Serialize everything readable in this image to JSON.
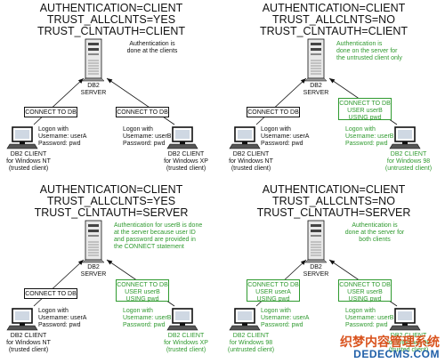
{
  "panels": [
    {
      "header": [
        "AUTHENTICATION=CLIENT",
        "TRUST_ALLCLNTS=YES",
        "TRUST_CLNTAUTH=CLIENT"
      ],
      "note": [
        "Authentication is",
        "done at the clients"
      ],
      "note_green": false,
      "server": [
        "DB2",
        "SERVER"
      ],
      "connect_left": [
        "CONNECT TO DB"
      ],
      "connect_left_green": false,
      "connect_right": [
        "CONNECT TO DB"
      ],
      "connect_right_green": false,
      "logon_left": [
        "Logon with",
        "Username: userA",
        "Password: pwd"
      ],
      "logon_left_green": false,
      "logon_right": [
        "Logon with",
        "Username: userB",
        "Password: pwd"
      ],
      "logon_right_green": false,
      "client_left": [
        "DB2 CLIENT",
        "for Windows NT",
        "(trusted client)"
      ],
      "client_left_green": false,
      "client_right": [
        "DB2 CLIENT",
        "for Windows XP",
        "(trusted client)"
      ],
      "client_right_green": false
    },
    {
      "header": [
        "AUTHENTICATION=CLIENT",
        "TRUST_ALLCLNTS=NO",
        "TRUST_CLNTAUTH=CLIENT"
      ],
      "note": [
        "Authentication is",
        "done on the server for",
        "the untrusted client only"
      ],
      "note_green": true,
      "server": [
        "DB2",
        "SERVER"
      ],
      "connect_left": [
        "CONNECT TO DB"
      ],
      "connect_left_green": false,
      "connect_right": [
        "CONNECT TO DB",
        "USER userB",
        "USING pwd"
      ],
      "connect_right_green": true,
      "logon_left": [
        "Logon with",
        "Username: userA",
        "Password: pwd"
      ],
      "logon_left_green": false,
      "logon_right": [
        "Logon with",
        "Username: userB",
        "Password: pwd"
      ],
      "logon_right_green": true,
      "client_left": [
        "DB2 CLIENT",
        "for Windows NT",
        "(trusted client)"
      ],
      "client_left_green": false,
      "client_right": [
        "DB2 CLIENT",
        "for Windows 98",
        "(untrusted client)"
      ],
      "client_right_green": true
    },
    {
      "header": [
        "AUTHENTICATION=CLIENT",
        "TRUST_ALLCLNTS=YES",
        "TRUST_CLNTAUTH=SERVER"
      ],
      "note": [
        "Authentication for userB is done",
        "at the server because user ID",
        "and password are provided in",
        "the CONNECT statement"
      ],
      "note_green": true,
      "server": [
        "DB2",
        "SERVER"
      ],
      "connect_left": [
        "CONNECT TO DB"
      ],
      "connect_left_green": false,
      "connect_right": [
        "CONNECT TO DB",
        "USER userB",
        "USING pwd"
      ],
      "connect_right_green": true,
      "logon_left": [
        "Logon with",
        "Username: userA",
        "Password: pwd"
      ],
      "logon_left_green": false,
      "logon_right": [
        "Logon with",
        "Username: userB",
        "Password: pwd"
      ],
      "logon_right_green": true,
      "client_left": [
        "DB2 CLIENT",
        "for Windows NT",
        "(trusted client)"
      ],
      "client_left_green": false,
      "client_right": [
        "DB2 CLIENT",
        "for Windows XP",
        "(trusted client)"
      ],
      "client_right_green": true
    },
    {
      "header": [
        "AUTHENTICATION=CLIENT",
        "TRUST_ALLCLNTS=NO",
        "TRUST_CLNTAUTH=SERVER"
      ],
      "note": [
        "Authentication is",
        "done at the server for",
        "both clients"
      ],
      "note_green": true,
      "server": [
        "DB2",
        "SERVER"
      ],
      "connect_left": [
        "CONNECT TO DB",
        "USER userA",
        "USING pwd"
      ],
      "connect_left_green": true,
      "connect_right": [
        "CONNECT TO DB",
        "USER userB",
        "USING pwd"
      ],
      "connect_right_green": true,
      "logon_left": [
        "Logon with",
        "Username: userA",
        "Password: pwd"
      ],
      "logon_left_green": true,
      "logon_right": [
        "Logon with",
        "Username: userB",
        "Password: pwd"
      ],
      "logon_right_green": true,
      "client_left": [
        "DB2 CLIENT",
        "for Windows 98",
        "(untrusted client)"
      ],
      "client_left_green": true,
      "client_right": [
        "DB2 CLIENT",
        "for Windows 98",
        "(trusted client)"
      ],
      "client_right_green": true
    }
  ],
  "watermark": [
    "织梦内容管理系统",
    "DEDECMS.COM"
  ],
  "colors": {
    "green": "#2f9a2f",
    "ink": "#111111",
    "watermark_orange": "#d9531e",
    "watermark_blue": "#1f5fa8"
  }
}
